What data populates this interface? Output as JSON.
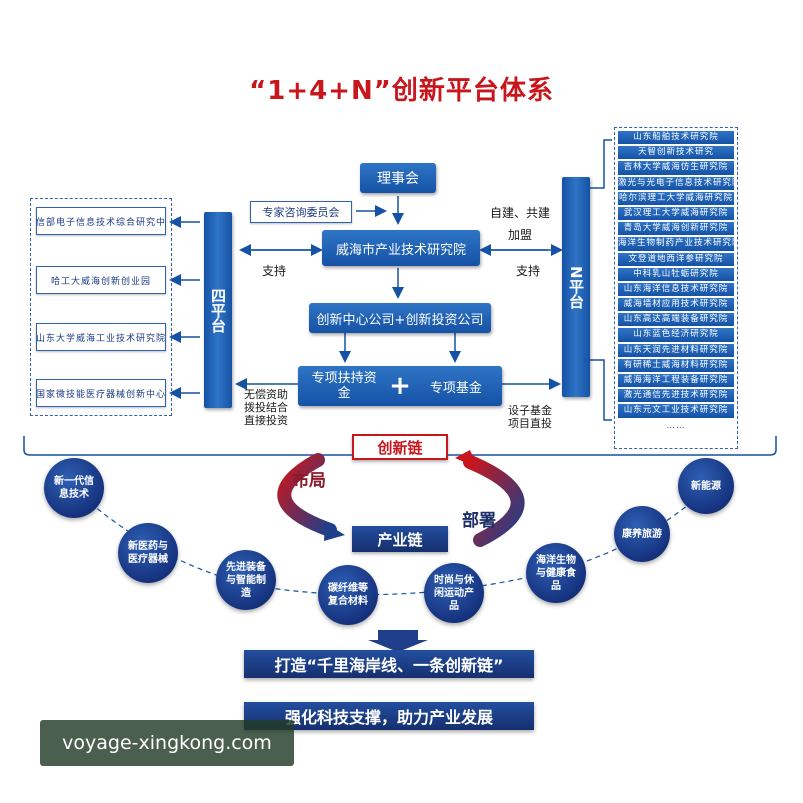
{
  "title": "“1+4+N”创新平台体系",
  "left_centers": [
    "工信部电子信息技术综合研究中心",
    "哈工大威海创新创业园",
    "山东大学威海工业技术研究院",
    "国家微技能医疗器械创新中心"
  ],
  "four_platform": "四平台",
  "n_platform": "N平台",
  "council": "理事会",
  "expert_committee": "专家咨询委员会",
  "institute": "威海市产业技术研究院",
  "company": "创新中心公司+创新投资公司",
  "special_support": "专项扶持资金",
  "plus": "+",
  "special_fund": "专项基金",
  "support_left": "支持",
  "support_right": "支持",
  "self_build": "自建、共建",
  "join": "加盟",
  "left_bottom_note": [
    "无偿资助",
    "拨投结合",
    "直接投资"
  ],
  "right_bottom_note": [
    "设子基金",
    "项目直投"
  ],
  "n_institutes": [
    "山东船舶技术研究院",
    "天智创新技术研究",
    "吉林大学威海仿生研究院",
    "激光与光电子信息技术研究院",
    "哈尔滨理工大学威海研究院",
    "武汉理工大学威海研究院",
    "青岛大学威海创新研究院",
    "海洋生物制药产业技术研究院",
    "文登道地西洋参研究院",
    "中科乳山牡蛎研究院",
    "山东海洋信息技术研究院",
    "威海墙材应用技术研究院",
    "山东高达高端装备研究院",
    "山东蓝色经济研究院",
    "山东天润先进材料研究院",
    "有研稀土威海材料研究院",
    "威海海洋工程装备研究院",
    "激光通信先进技术研究院",
    "山东元文工业技术研究院",
    "……"
  ],
  "innovation_chain": "创新链",
  "industry_chain": "产业链",
  "layout_label": "布局",
  "deploy_label": "部署",
  "industries": [
    "新一代信息技术",
    "新医药与医疗器械",
    "先进装备与智能制造",
    "碳纤维等复合材料",
    "时尚与休闲运动产品",
    "海洋生物与健康食品",
    "康养旅游",
    "新能源"
  ],
  "banner1": "打造“千里海岸线、一条创新链”",
  "banner2": "强化科技支撑，助力产业发展",
  "watermark": "voyage-xingkong.com",
  "colors": {
    "blue": "#1552a5",
    "red": "#c8161d",
    "navy": "#152f6e"
  }
}
